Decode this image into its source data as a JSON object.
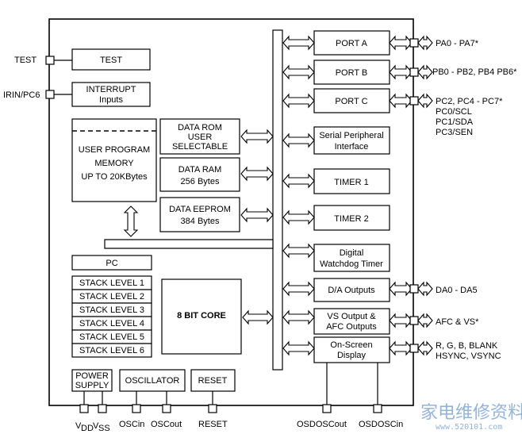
{
  "diagram": {
    "blocks": {
      "test": "TEST",
      "interrupt_line1": "INTERRUPT",
      "interrupt_line2": "Inputs",
      "user_program_line1": "USER PROGRAM",
      "user_program_line2": "MEMORY",
      "user_program_line3": "UP TO 20KBytes",
      "data_rom_line1": "DATA ROM",
      "data_rom_line2": "USER",
      "data_rom_line3": "SELECTABLE",
      "data_ram_line1": "DATA RAM",
      "data_ram_line2": "256 Bytes",
      "data_eeprom_line1": "DATA EEPROM",
      "data_eeprom_line2": "384 Bytes",
      "pc": "PC",
      "stack_levels": [
        "STACK LEVEL 1",
        "STACK LEVEL 2",
        "STACK LEVEL 3",
        "STACK LEVEL 4",
        "STACK LEVEL 5",
        "STACK LEVEL 6"
      ],
      "core": "8 BIT CORE",
      "power_supply_line1": "POWER",
      "power_supply_line2": "SUPPLY",
      "oscillator": "OSCILLATOR",
      "reset": "RESET",
      "port_a": "PORT A",
      "port_b": "PORT B",
      "port_c": "PORT C",
      "spi_line1": "Serial Peripheral",
      "spi_line2": "Interface",
      "timer1": "TIMER 1",
      "timer2": "TIMER 2",
      "watchdog_line1": "Digital",
      "watchdog_line2": "Watchdog  Timer",
      "da_outputs": "D/A Outputs",
      "vs_output_line1": "VS Output &",
      "vs_output_line2": "AFC Outputs",
      "osd_line1": "On-Screen",
      "osd_line2": "Display"
    },
    "pins": {
      "test": "TEST",
      "irin": "IRIN/PC6",
      "pa": "PA0 - PA7*",
      "pb": "PB0 - PB2, PB4 PB6*",
      "pc_line1": "PC2, PC4 - PC7*",
      "pc_line2": "PC0/SCL",
      "pc_line3": "PC1/SDA",
      "pc_line4": "PC3/SEN",
      "da": "DA0 - DA5",
      "afc": "AFC & VS*",
      "rgb_line1": "R, G, B, BLANK",
      "rgb_line2": "HSYNC, VSYNC",
      "vdd": "V",
      "vdd_sub": "DD",
      "vss": "V",
      "vss_sub": "SS",
      "oscin": "OSCin",
      "oscout": "OSCout",
      "reset": "RESET",
      "osdoscout": "OSDOSCout",
      "osdoscin": "OSDOSCin"
    },
    "watermark": {
      "line1": "家电维修资料网",
      "line2": "www.520101.com"
    }
  }
}
